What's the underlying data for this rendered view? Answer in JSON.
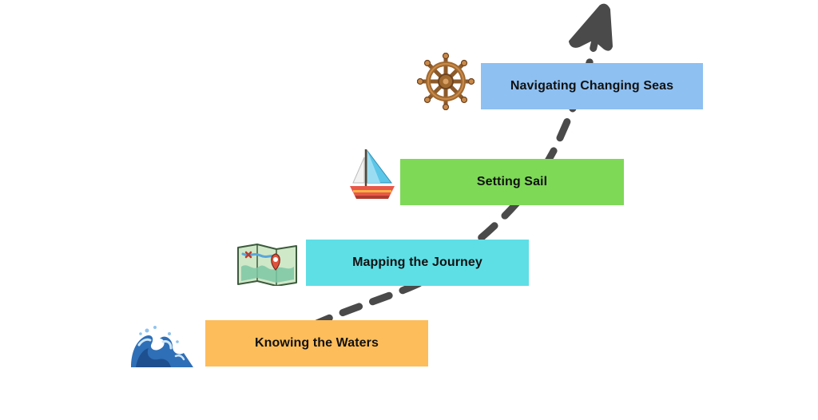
{
  "diagram": {
    "steps": [
      {
        "label": "Knowing the Waters",
        "color": "#FDBD5B",
        "icon": "waves-icon"
      },
      {
        "label": "Mapping the Journey",
        "color": "#5EDFE6",
        "icon": "map-icon"
      },
      {
        "label": "Setting Sail",
        "color": "#7ED957",
        "icon": "sailboat-icon"
      },
      {
        "label": "Navigating Changing Seas",
        "color": "#8EC0F2",
        "icon": "ships-wheel-icon"
      }
    ],
    "arrow_color": "#4A4A4A"
  }
}
